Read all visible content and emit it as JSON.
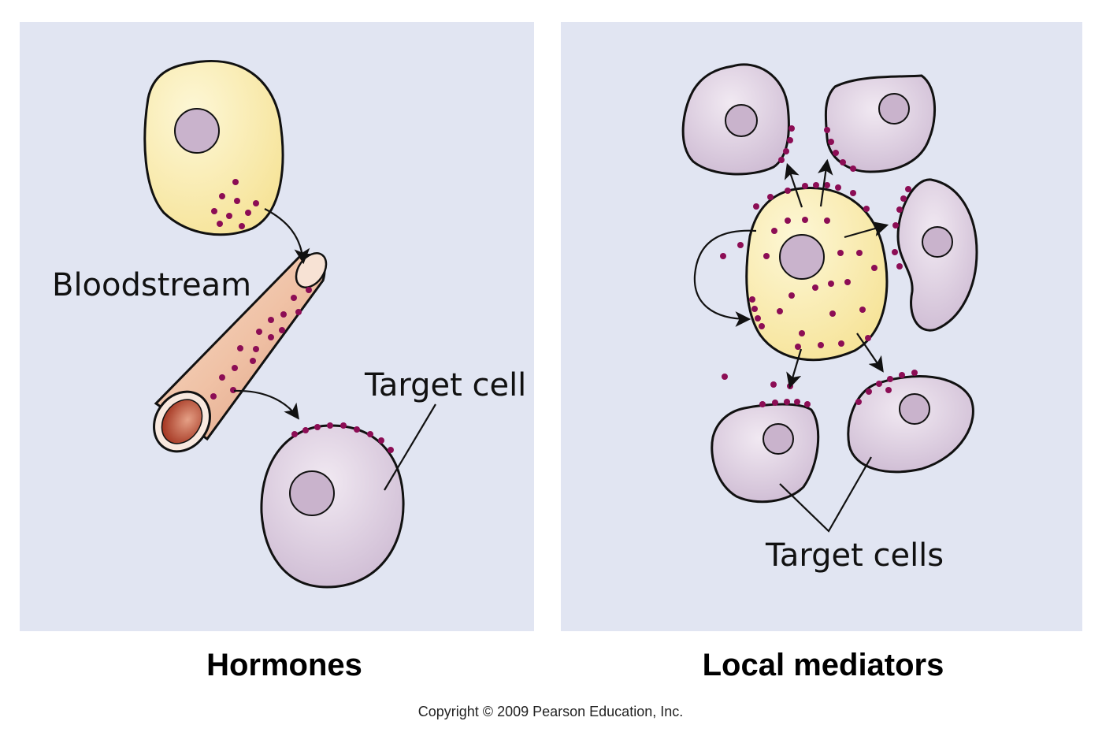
{
  "panels": {
    "hormones": {
      "caption": "Hormones",
      "labels": {
        "bloodstream": "Bloodstream",
        "target_cell": "Target cell"
      }
    },
    "local_mediators": {
      "caption": "Local mediators",
      "labels": {
        "target_cells": "Target cells"
      }
    }
  },
  "copyright": "Copyright © 2009 Pearson Education, Inc.",
  "colors": {
    "panel_background": "#e1e5f2",
    "secreting_cell_fill": "#fbf2c4",
    "secreting_cell_fill_edge": "#f6e393",
    "target_cell_fill": "#e6dae8",
    "target_cell_fill_edge": "#c4aecb",
    "nucleus_fill": "#c9b3cc",
    "molecule_dots": "#8c0d55",
    "blood_vessel": "#f1c7ad",
    "blood_vessel_lumen": "#b8442a"
  }
}
